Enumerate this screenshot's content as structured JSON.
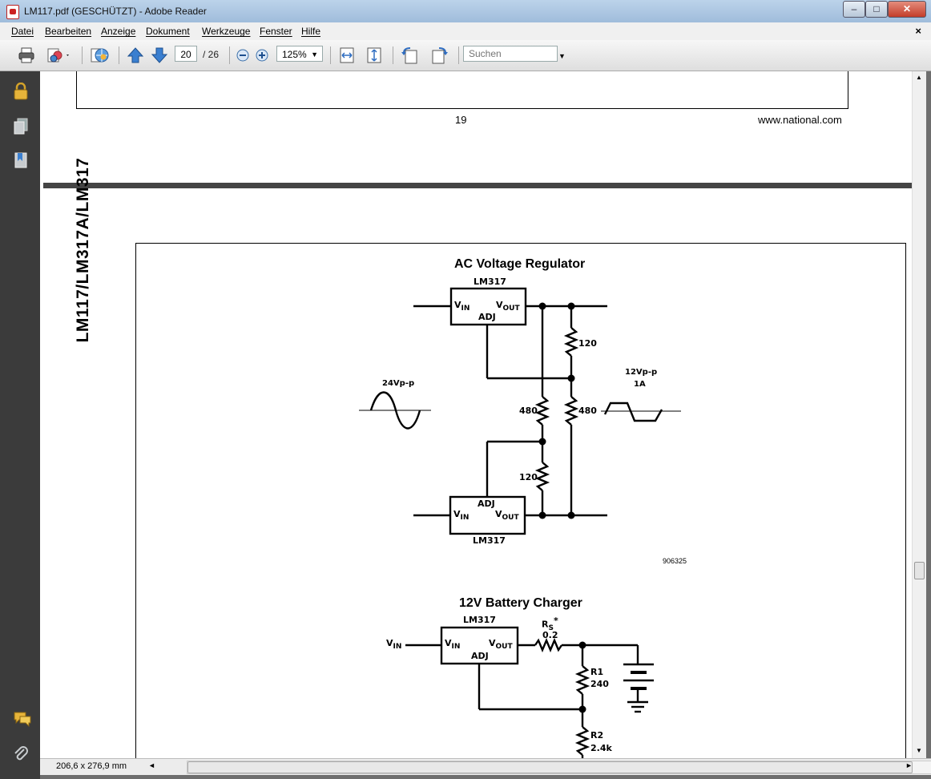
{
  "window": {
    "title": "LM117.pdf (GESCHÜTZT) - Adobe Reader",
    "minimize": "–",
    "maximize": "□",
    "close": "✕"
  },
  "menu": [
    "Datei",
    "Bearbeiten",
    "Anzeige",
    "Dokument",
    "Werkzeuge",
    "Fenster",
    "Hilfe"
  ],
  "menu_close": "×",
  "toolbar": {
    "page_current": "20",
    "page_total": "/ 26",
    "zoom": "125%",
    "search_placeholder": "Suchen"
  },
  "status": {
    "page_size": "206,6 x 276,9 mm"
  },
  "doc": {
    "page_number": "19",
    "website": "www.national.com",
    "side_title": "LM117/LM317A/LM317",
    "ac_regulator": {
      "title": "AC Voltage Regulator",
      "ic_top": "LM317",
      "ic_bottom": "LM317",
      "vin": "V",
      "vin_sub": "IN",
      "vout": "V",
      "vout_sub": "OUT",
      "adj": "ADJ",
      "r120_top": "120",
      "r480_left": "480",
      "r480_right": "480",
      "r120_bottom": "120",
      "input_label": "24Vp-p",
      "output_label": "12Vp-p",
      "output_current": "1A",
      "figure_no": "906325"
    },
    "battery_charger": {
      "title": "12V Battery Charger",
      "ic": "LM317",
      "vin_ext": "V",
      "vin_ext_sub": "IN",
      "vin": "V",
      "vin_sub": "IN",
      "vout": "V",
      "vout_sub": "OUT",
      "adj": "ADJ",
      "rs": "R",
      "rs_sub": "S",
      "rs_star": "*",
      "rs_value": "0.2",
      "r1": "R1",
      "r1_value": "240",
      "r2": "R2",
      "r2_value": "2.4k"
    }
  }
}
